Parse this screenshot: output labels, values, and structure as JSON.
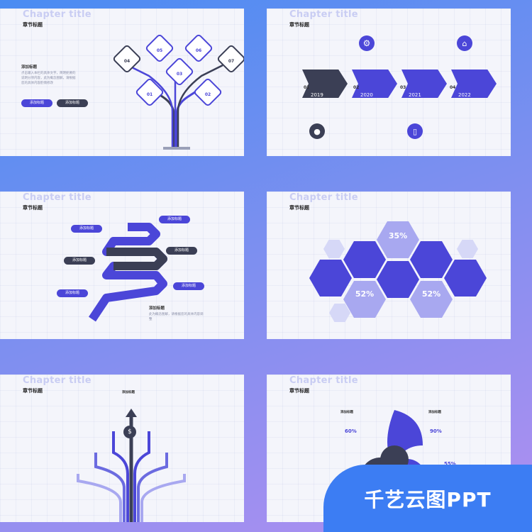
{
  "colors": {
    "primary": "#4b46d8",
    "dark": "#3b3f55",
    "light": "#a8a8f0",
    "banner": "#3c7df3"
  },
  "common": {
    "chapter_title": "Chapter title",
    "chapter_sub": "章节标题",
    "add_title": "添加标题",
    "placeholder_text": "此为概念图解，请根据您的具体内容调整"
  },
  "slide1": {
    "heading": "添加标题",
    "body": "点击输入本栏的具体文字，简明扼要的说明分项内容，此为概念图解，请根据您的具体内容酌情修改",
    "btn1": "添加标题",
    "btn2": "添加标题",
    "diamonds": [
      "04",
      "05",
      "06",
      "07",
      "03",
      "01",
      "02"
    ]
  },
  "slide2": {
    "steps": [
      {
        "num": "01",
        "year": "2019"
      },
      {
        "num": "02",
        "year": "2020"
      },
      {
        "num": "03",
        "year": "2021"
      },
      {
        "num": "04",
        "year": "2022"
      }
    ]
  },
  "slide4": {
    "percents": [
      "35%",
      "52%",
      "52%"
    ]
  },
  "slide6": {
    "percents": [
      "60%",
      "90%",
      "55%"
    ]
  },
  "banner": {
    "text": "千艺云图PPT"
  }
}
